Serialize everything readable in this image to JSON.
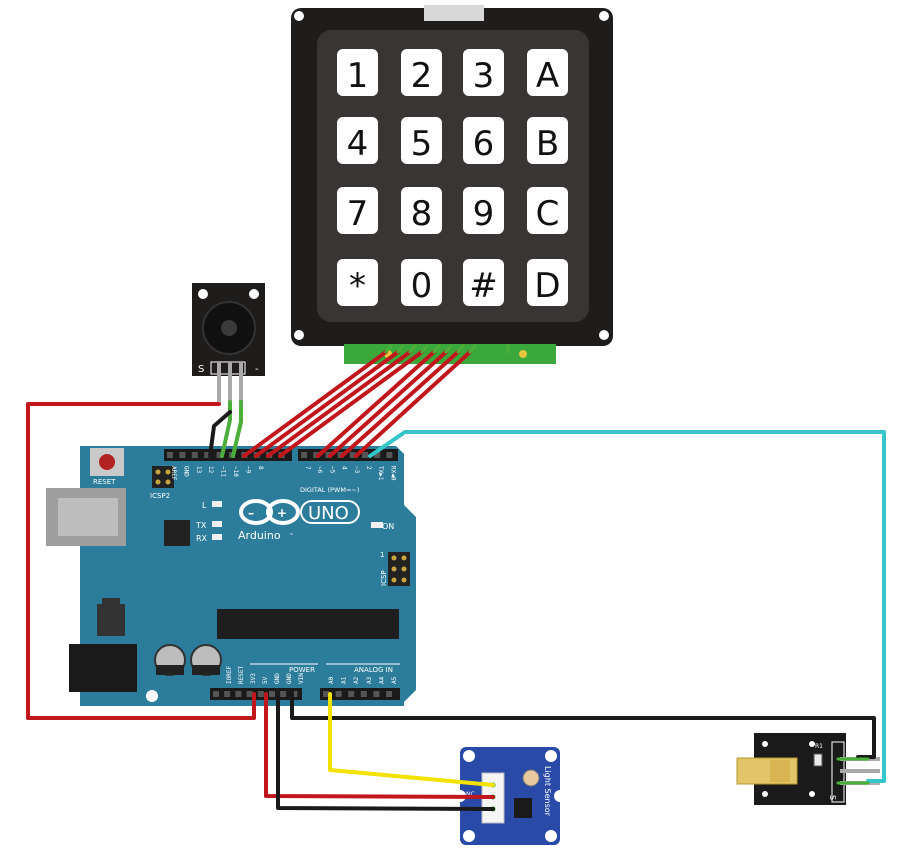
{
  "keypad": {
    "keys": [
      "1",
      "2",
      "3",
      "A",
      "4",
      "5",
      "6",
      "B",
      "7",
      "8",
      "9",
      "C",
      "*",
      "0",
      "#",
      "D"
    ]
  },
  "buzzer": {
    "pins": [
      "S",
      "-"
    ]
  },
  "arduino": {
    "reset_label": "RESET",
    "icsp2_label": "ICSP2",
    "icsp_label": "ICSP",
    "icsp_pin1": "1",
    "logo_text": "UNO",
    "brand": "Arduino",
    "tm": "™",
    "on_label": "ON",
    "l_label": "L",
    "tx_label": "TX",
    "rx_label": "RX",
    "digital_label": "DIGITAL (PWM=~)",
    "power_label": "POWER",
    "analog_label": "ANALOG IN",
    "digital_pins": [
      "AREF",
      "GND",
      "13",
      "12",
      "~11",
      "~10",
      "~9",
      "8",
      "7",
      "~6",
      "~5",
      "4",
      "~3",
      "2",
      "TX▶1",
      "RX◀0"
    ],
    "power_pins": [
      "IOREF",
      "RESET",
      "3V3",
      "5V",
      "GND",
      "GND",
      "VIN"
    ],
    "analog_pins": [
      "A0",
      "A1",
      "A2",
      "A3",
      "A4",
      "A5"
    ]
  },
  "light_sensor": {
    "title": "Light Sensor",
    "nc": "NC"
  },
  "laser_module": {
    "r_label": "R1",
    "pin_s": "S",
    "pin_minus": "-"
  },
  "colors": {
    "wire_red": "#c0161c",
    "wire_black": "#1a1a1a",
    "wire_green": "#4caf3a",
    "wire_yellow": "#f1e200",
    "wire_cyan": "#34c6c9",
    "board": "#2c7c9c",
    "keypad": "#2a2727",
    "sensor": "#2a4aa8"
  }
}
